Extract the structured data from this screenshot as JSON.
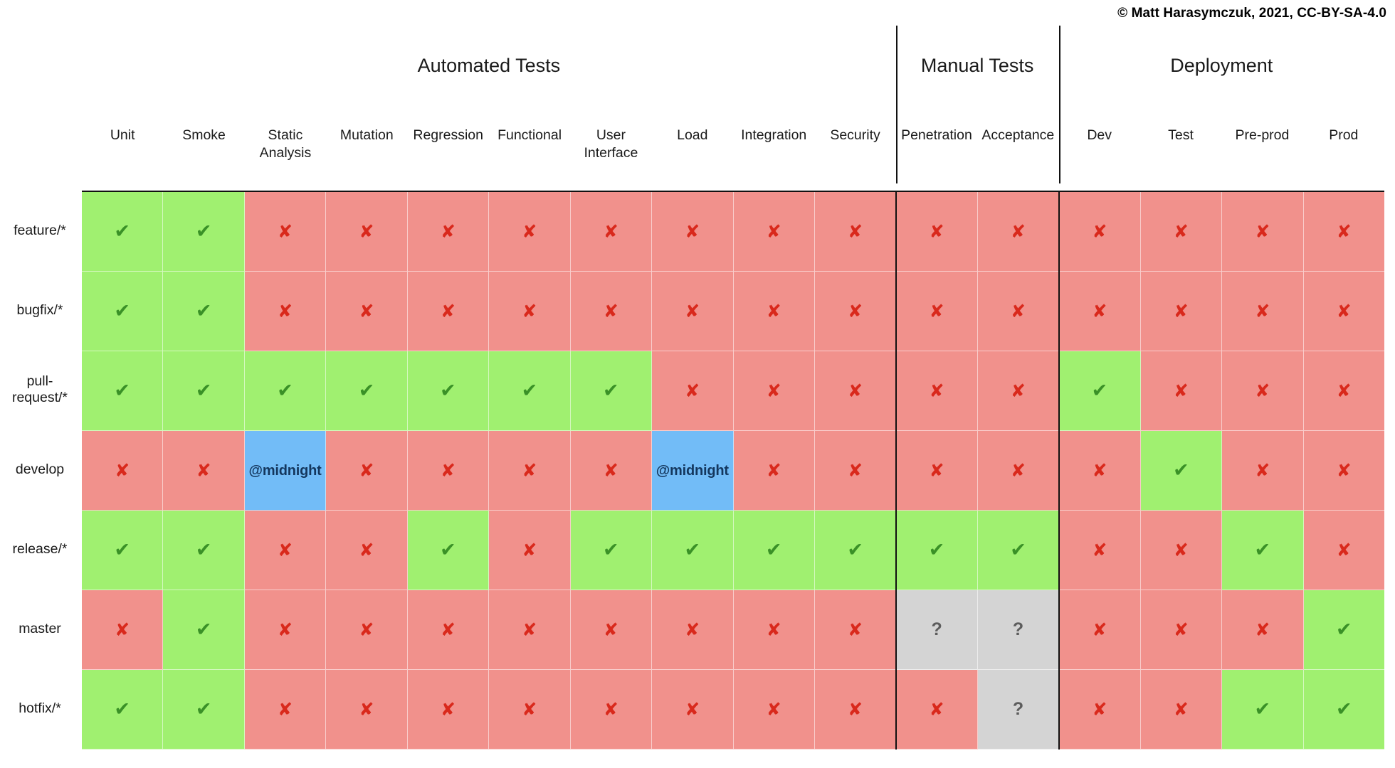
{
  "copyright": "© Matt Harasymczuk, 2021, CC-BY-SA-4.0",
  "groups": [
    {
      "label": "Automated Tests",
      "span": 10
    },
    {
      "label": "Manual Tests",
      "span": 2
    },
    {
      "label": "Deployment",
      "span": 4
    }
  ],
  "columns": [
    {
      "label": "Unit"
    },
    {
      "label": "Smoke"
    },
    {
      "label": "Static\nAnalysis"
    },
    {
      "label": "Mutation"
    },
    {
      "label": "Regression"
    },
    {
      "label": "Functional"
    },
    {
      "label": "User\nInterface"
    },
    {
      "label": "Load"
    },
    {
      "label": "Integration"
    },
    {
      "label": "Security"
    },
    {
      "label": "Penetration"
    },
    {
      "label": "Acceptance"
    },
    {
      "label": "Dev"
    },
    {
      "label": "Test"
    },
    {
      "label": "Pre-prod"
    },
    {
      "label": "Prod"
    }
  ],
  "rows": [
    {
      "label": "feature/*"
    },
    {
      "label": "bugfix/*"
    },
    {
      "label": "pull-request/*"
    },
    {
      "label": "develop"
    },
    {
      "label": "release/*"
    },
    {
      "label": "master"
    },
    {
      "label": "hotfix/*"
    }
  ],
  "legend": {
    "pass": "✔",
    "fail": "✘",
    "unknown": "?",
    "scheduled": "@midnight"
  },
  "colors": {
    "pass": "#a0f070",
    "fail": "#f1918c",
    "scheduled": "#72bcf7",
    "unknown": "#d4d4d4",
    "tick": "#3a9127",
    "cross": "#d9291c",
    "question": "#5c5c5c",
    "scheduled_text": "#14375e",
    "separator": "#111111"
  },
  "matrix": [
    [
      {
        "state": "pass"
      },
      {
        "state": "pass"
      },
      {
        "state": "fail"
      },
      {
        "state": "fail"
      },
      {
        "state": "fail"
      },
      {
        "state": "fail"
      },
      {
        "state": "fail"
      },
      {
        "state": "fail"
      },
      {
        "state": "fail"
      },
      {
        "state": "fail"
      },
      {
        "state": "fail"
      },
      {
        "state": "fail"
      },
      {
        "state": "fail"
      },
      {
        "state": "fail"
      },
      {
        "state": "fail"
      },
      {
        "state": "fail"
      }
    ],
    [
      {
        "state": "pass"
      },
      {
        "state": "pass"
      },
      {
        "state": "fail"
      },
      {
        "state": "fail"
      },
      {
        "state": "fail"
      },
      {
        "state": "fail"
      },
      {
        "state": "fail"
      },
      {
        "state": "fail"
      },
      {
        "state": "fail"
      },
      {
        "state": "fail"
      },
      {
        "state": "fail"
      },
      {
        "state": "fail"
      },
      {
        "state": "fail"
      },
      {
        "state": "fail"
      },
      {
        "state": "fail"
      },
      {
        "state": "fail"
      }
    ],
    [
      {
        "state": "pass"
      },
      {
        "state": "pass"
      },
      {
        "state": "pass"
      },
      {
        "state": "pass"
      },
      {
        "state": "pass"
      },
      {
        "state": "pass"
      },
      {
        "state": "pass"
      },
      {
        "state": "fail"
      },
      {
        "state": "fail"
      },
      {
        "state": "fail"
      },
      {
        "state": "fail"
      },
      {
        "state": "fail"
      },
      {
        "state": "pass"
      },
      {
        "state": "fail"
      },
      {
        "state": "fail"
      },
      {
        "state": "fail"
      }
    ],
    [
      {
        "state": "fail"
      },
      {
        "state": "fail"
      },
      {
        "state": "scheduled",
        "text": "@midnight"
      },
      {
        "state": "fail"
      },
      {
        "state": "fail"
      },
      {
        "state": "fail"
      },
      {
        "state": "fail"
      },
      {
        "state": "scheduled",
        "text": "@midnight"
      },
      {
        "state": "fail"
      },
      {
        "state": "fail"
      },
      {
        "state": "fail"
      },
      {
        "state": "fail"
      },
      {
        "state": "fail"
      },
      {
        "state": "pass"
      },
      {
        "state": "fail"
      },
      {
        "state": "fail"
      }
    ],
    [
      {
        "state": "pass"
      },
      {
        "state": "pass"
      },
      {
        "state": "fail"
      },
      {
        "state": "fail"
      },
      {
        "state": "pass"
      },
      {
        "state": "fail"
      },
      {
        "state": "pass"
      },
      {
        "state": "pass"
      },
      {
        "state": "pass"
      },
      {
        "state": "pass"
      },
      {
        "state": "pass"
      },
      {
        "state": "pass"
      },
      {
        "state": "fail"
      },
      {
        "state": "fail"
      },
      {
        "state": "pass"
      },
      {
        "state": "fail"
      }
    ],
    [
      {
        "state": "fail"
      },
      {
        "state": "pass"
      },
      {
        "state": "fail"
      },
      {
        "state": "fail"
      },
      {
        "state": "fail"
      },
      {
        "state": "fail"
      },
      {
        "state": "fail"
      },
      {
        "state": "fail"
      },
      {
        "state": "fail"
      },
      {
        "state": "fail"
      },
      {
        "state": "unknown"
      },
      {
        "state": "unknown"
      },
      {
        "state": "fail"
      },
      {
        "state": "fail"
      },
      {
        "state": "fail"
      },
      {
        "state": "pass"
      }
    ],
    [
      {
        "state": "pass"
      },
      {
        "state": "pass"
      },
      {
        "state": "fail"
      },
      {
        "state": "fail"
      },
      {
        "state": "fail"
      },
      {
        "state": "fail"
      },
      {
        "state": "fail"
      },
      {
        "state": "fail"
      },
      {
        "state": "fail"
      },
      {
        "state": "fail"
      },
      {
        "state": "fail"
      },
      {
        "state": "unknown"
      },
      {
        "state": "fail"
      },
      {
        "state": "fail"
      },
      {
        "state": "pass"
      },
      {
        "state": "pass"
      }
    ]
  ]
}
